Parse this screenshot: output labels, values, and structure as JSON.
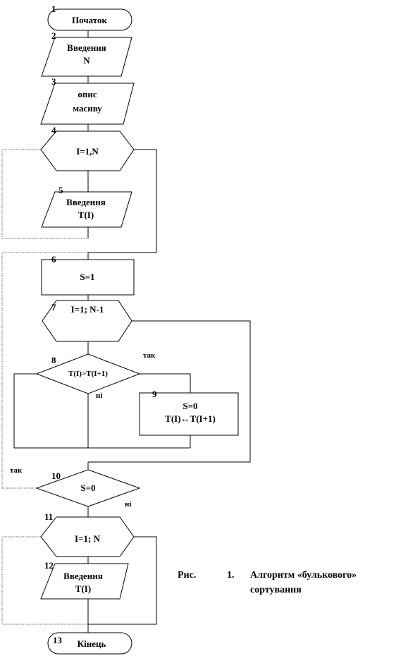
{
  "blocks": {
    "b1": {
      "number": "1",
      "text": "Початок"
    },
    "b2": {
      "number": "2",
      "line1": "Введення",
      "line2": "N"
    },
    "b3": {
      "number": "3",
      "line1": "опис",
      "line2": "масиву"
    },
    "b4": {
      "number": "4",
      "text": "I=1,N"
    },
    "b5": {
      "number": "5",
      "line1": "Введення",
      "line2": "T(I)"
    },
    "b6": {
      "number": "6",
      "text": "S=1"
    },
    "b7": {
      "number": "7",
      "text": "I=1; N-1"
    },
    "b8": {
      "number": "8",
      "text": "T(I)>T(I+1)"
    },
    "b9": {
      "number": "9",
      "line1": "S=0",
      "line2": "T(I)↔T(I+1)"
    },
    "b10": {
      "number": "10",
      "text": "S=0"
    },
    "b11": {
      "number": "11",
      "text": "I=1; N"
    },
    "b12": {
      "number": "12",
      "line1": "Введення",
      "line2": "T(I)"
    },
    "b13": {
      "number": "13",
      "text": "Кінець"
    }
  },
  "conditions": {
    "b8_yes": "так",
    "b8_no": "ні",
    "b10_yes": "так",
    "b10_no": "ні"
  },
  "caption": {
    "prefix": "Рис.",
    "number": "1.",
    "line1": "Алгоритм «булькового»",
    "line2": "сортування"
  }
}
